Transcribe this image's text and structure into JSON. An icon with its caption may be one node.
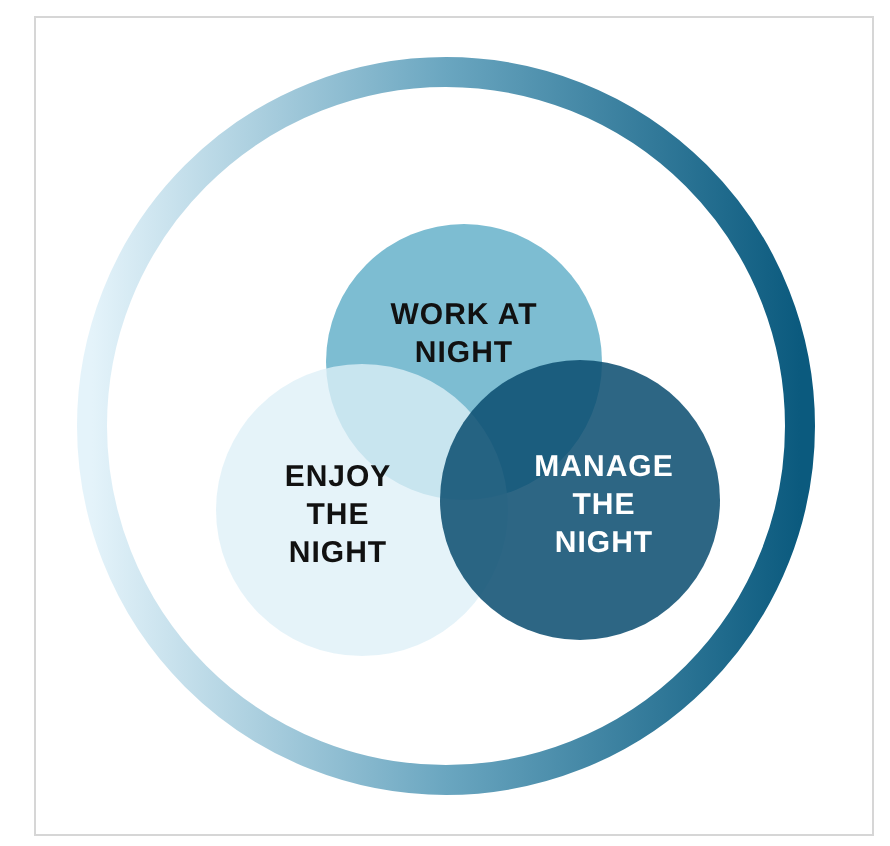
{
  "diagram": {
    "nodes": [
      {
        "text": [],
        "shape": "circle"
      },
      {
        "text": [
          "WORK AT NIGHT"
        ],
        "in": 0
      },
      {
        "text": [
          "ENJOY THE NIGHT"
        ],
        "in": 0
      },
      {
        "text": [
          "MANAGE THE NIGHT"
        ],
        "in": 0
      }
    ]
  }
}
